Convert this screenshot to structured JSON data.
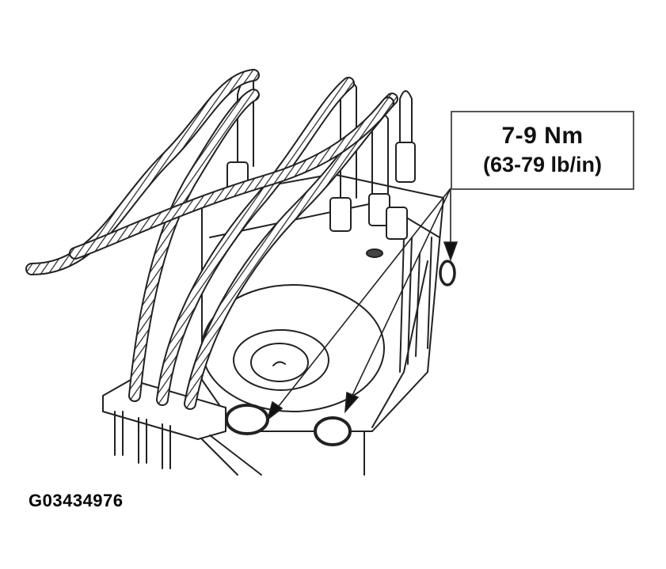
{
  "diagram": {
    "subject": "ABS hydraulic control unit with brake lines",
    "callout": {
      "torque_metric": "7-9 Nm",
      "torque_imperial": "(63-79 lb/in)"
    },
    "figure_id": "G03434976",
    "leader_arrows": 3,
    "colors": {
      "line": "#222222",
      "background": "#ffffff",
      "box_border": "#555555"
    }
  }
}
